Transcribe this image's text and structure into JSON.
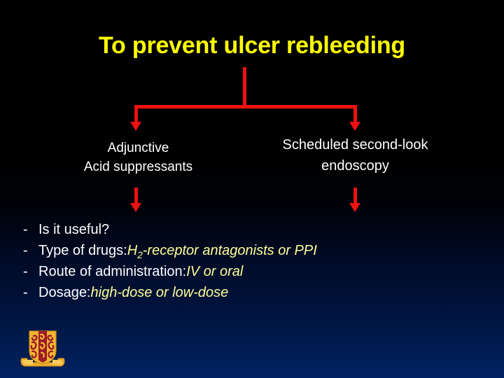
{
  "slide": {
    "title": "To prevent ulcer rebleeding",
    "title_color": "#ffff00",
    "background_top_color": "#000000",
    "background_bottom_color": "#002262",
    "connector_color": "#ee1111"
  },
  "branches": {
    "left": {
      "line1": "Adjunctive",
      "line2": "Acid suppressants",
      "color": "#ffffff"
    },
    "right": {
      "line1": "Scheduled second-look",
      "line2": "endoscopy",
      "color": "#ffffff"
    }
  },
  "bullets": {
    "marker": "-",
    "items": [
      {
        "label": "Is it useful?",
        "emphasis_pre": "",
        "emphasis_sub": "",
        "emphasis_post": ""
      },
      {
        "label": "Type of drugs: ",
        "emphasis_pre": "H",
        "emphasis_sub": "2",
        "emphasis_post": "-receptor antagonists or PPI"
      },
      {
        "label": "Route of administration: ",
        "emphasis_pre": "IV or oral",
        "emphasis_sub": "",
        "emphasis_post": ""
      },
      {
        "label": "Dosage: ",
        "emphasis_pre": "high-dose or low-dose",
        "emphasis_sub": "",
        "emphasis_post": ""
      }
    ],
    "emphasis_color": "#ffff99",
    "text_color": "#ffffff"
  },
  "logo": {
    "name": "cuhk-crest",
    "shield_color": "#f2b632",
    "emblem_color": "#9e1b28",
    "scroll_color": "#f0ad2e"
  }
}
